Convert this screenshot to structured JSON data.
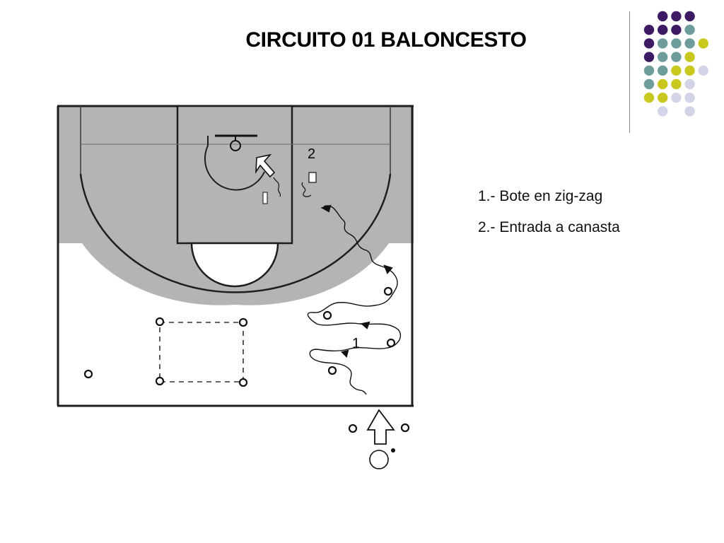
{
  "slide": {
    "title": "CIRCUITO 01 BALONCESTO"
  },
  "diagram": {
    "station_labels": [
      "2",
      "1"
    ]
  },
  "legend": {
    "items": [
      "1.- Bote en zig-zag",
      "2.- Entrada a canasta"
    ]
  },
  "decor": {
    "dot_colors": {
      "purple": "#3d1a64",
      "teal": "#6e9c9c",
      "yellow": "#c8c81e",
      "lavender": "#d4d4e8"
    },
    "dot_grid": [
      [
        "",
        "purple",
        "purple",
        "purple",
        ""
      ],
      [
        "purple",
        "purple",
        "purple",
        "teal",
        ""
      ],
      [
        "purple",
        "teal",
        "teal",
        "teal",
        "yellow"
      ],
      [
        "purple",
        "teal",
        "teal",
        "yellow",
        ""
      ],
      [
        "teal",
        "teal",
        "yellow",
        "yellow",
        "lavender"
      ],
      [
        "teal",
        "yellow",
        "yellow",
        "lavender",
        ""
      ],
      [
        "yellow",
        "yellow",
        "lavender",
        "lavender",
        ""
      ],
      [
        "",
        "lavender",
        "",
        "lavender",
        ""
      ]
    ],
    "court_colors": {
      "key_area": "#b4b4b4",
      "floor": "#ffffff",
      "lines": "#1e1e1e"
    }
  }
}
